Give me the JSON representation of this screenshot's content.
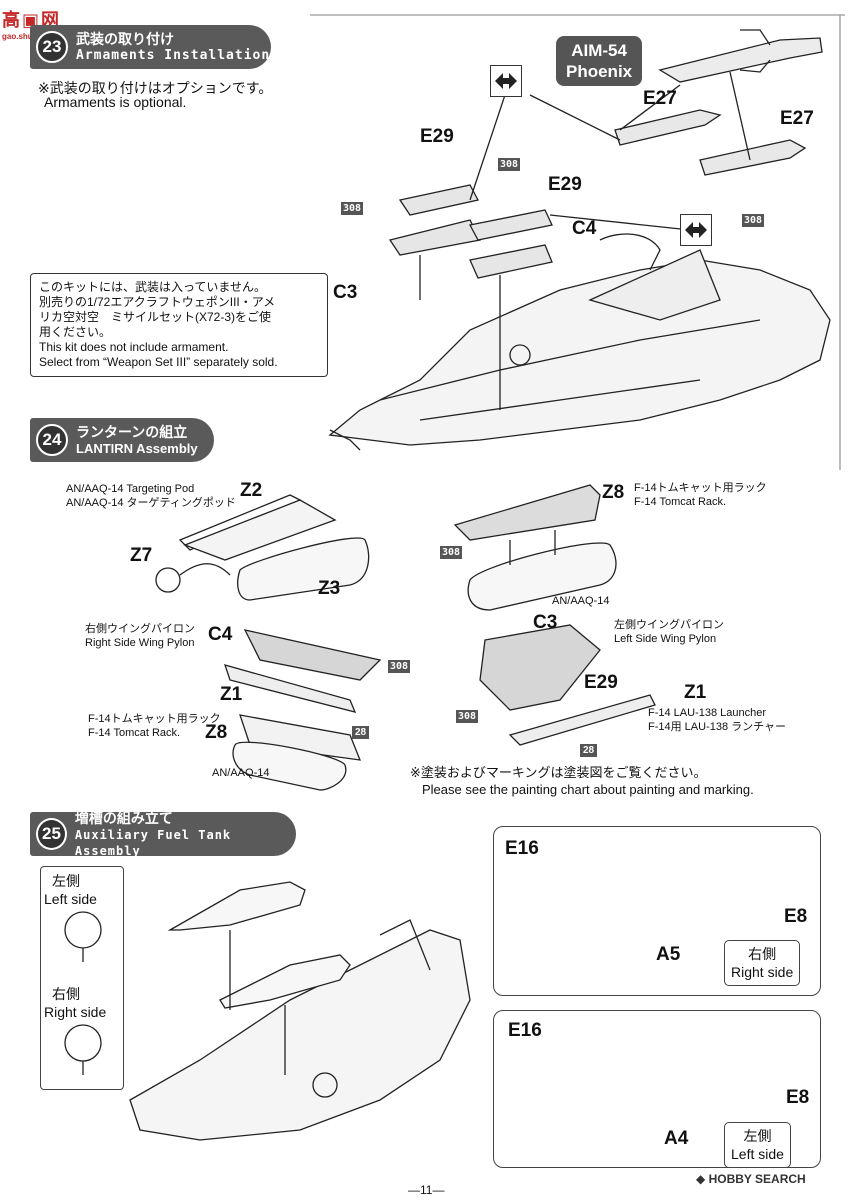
{
  "watermark": {
    "site": "gao.shuhui.cn",
    "footer_brand": "HOBBY SEARCH"
  },
  "step23": {
    "number": "23",
    "title_jp": "武装の取り付け",
    "title_en": "Armaments Installation",
    "note_jp": "※武装の取り付けはオプションです。",
    "note_en": "Armaments is optional.",
    "missile_name_1": "AIM-54",
    "missile_name_2": "Phoenix",
    "parts": {
      "e27_a": "E27",
      "e27_b": "E27",
      "e29_a": "E29",
      "e29_b": "E29",
      "c4": "C4",
      "c3": "C3",
      "tag308_a": "308",
      "tag308_b": "308",
      "tag308_c": "308"
    },
    "box_jp_1": "このキットには、武装は入っていません。",
    "box_jp_2": "別売りの1/72エアクラフトウェポンIII・アメ",
    "box_jp_3": "リカ空対空　ミサイルセット(X72-3)をご使",
    "box_jp_4": "用ください。",
    "box_en_1": "This kit does not include armament.",
    "box_en_2": "Select from “Weapon Set III” separately sold."
  },
  "step24": {
    "number": "24",
    "title_jp": "ランターンの組立",
    "title_en": "LANTIRN Assembly",
    "pod_en": "AN/AAQ-14 Targeting Pod",
    "pod_jp": "AN/AAQ-14 ターゲティングポッド",
    "z2": "Z2",
    "z7": "Z7",
    "z3": "Z3",
    "z8a": "Z8",
    "rack_jp": "F-14トムキャット用ラック",
    "rack_en": "F-14 Tomcat Rack.",
    "tag308_d": "308",
    "anaaq_a": "AN/AAQ-14",
    "right_pylon_jp": "右側ウイングパイロン",
    "right_pylon_en": "Right Side Wing Pylon",
    "c4": "C4",
    "z1a": "Z1",
    "tag308_e": "308",
    "tag28_a": "28",
    "rack_jp_2": "F-14トムキャット用ラック",
    "rack_en_2": "F-14 Tomcat Rack.",
    "z8b": "Z8",
    "anaaq_b": "AN/AAQ-14",
    "c3": "C3",
    "left_pylon_jp": "左側ウイングパイロン",
    "left_pylon_en": "Left Side Wing Pylon",
    "e29": "E29",
    "z1b": "Z1",
    "tag308_f": "308",
    "tag28_b": "28",
    "launcher_en": "F-14 LAU-138 Launcher",
    "launcher_jp": "F-14用 LAU-138 ランチャー",
    "paint_jp": "※塗装およびマーキングは塗装図をご覧ください。",
    "paint_en": "Please see the painting chart about painting and marking."
  },
  "step25": {
    "number": "25",
    "title_jp": "増槽の組み立て",
    "title_en": "Auxiliary Fuel Tank Assembly",
    "left_jp": "左側",
    "left_en": "Left side",
    "right_jp": "右側",
    "right_en": "Right side",
    "panel1": {
      "e16": "E16",
      "e8": "E8",
      "a": "A5",
      "side_jp": "右側",
      "side_en": "Right side"
    },
    "panel2": {
      "e16": "E16",
      "e8": "E8",
      "a": "A4",
      "side_jp": "左側",
      "side_en": "Left side"
    }
  },
  "page_number": "—11—"
}
